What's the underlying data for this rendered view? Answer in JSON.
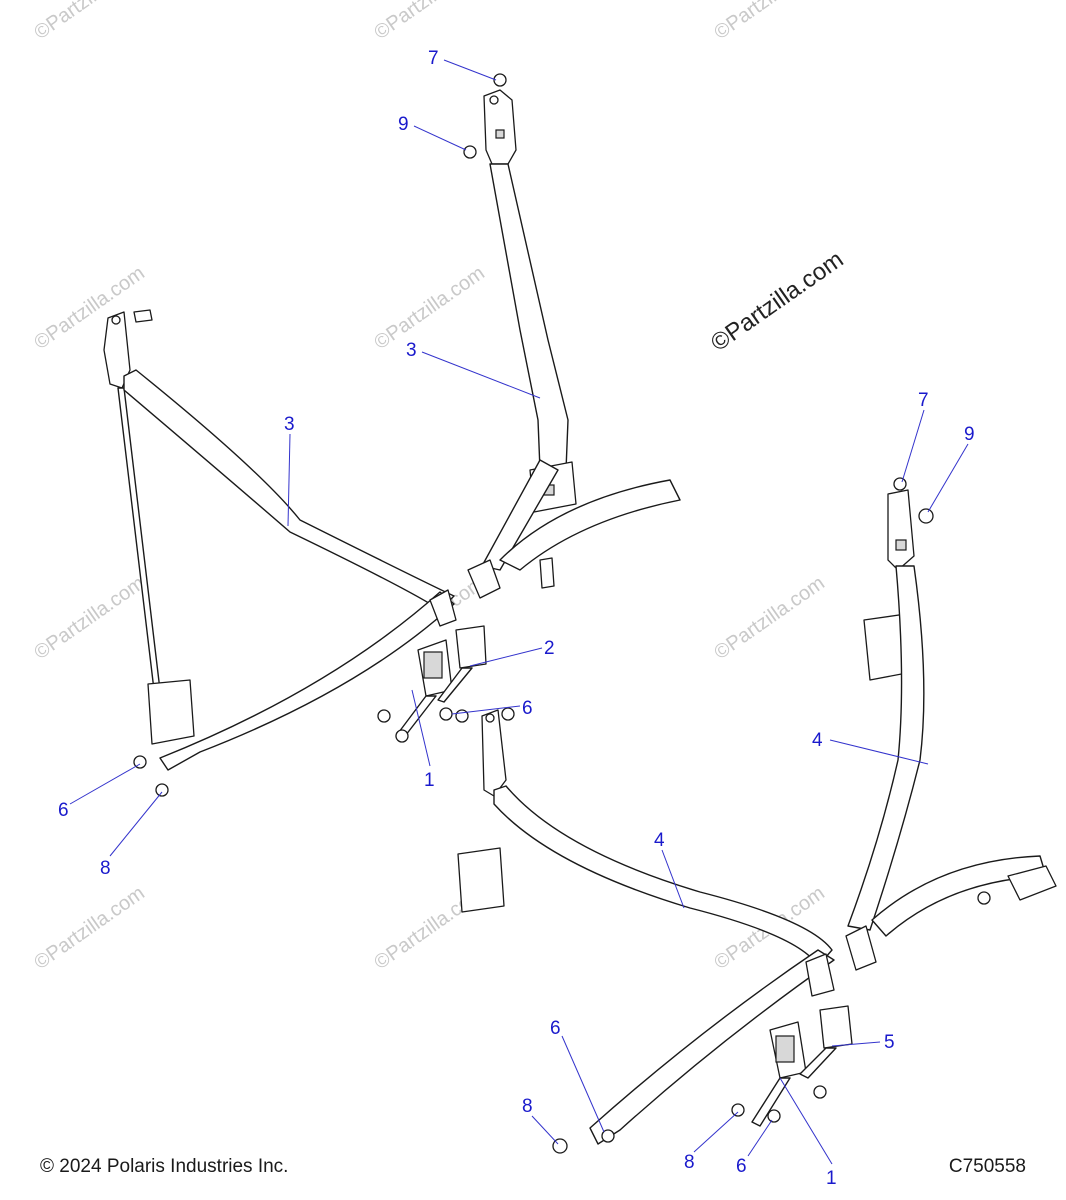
{
  "watermark": {
    "main_text": "©Partzilla.com",
    "tile_text": "©Partzilla.com"
  },
  "callouts": [
    {
      "id": "c-7a",
      "label": "7"
    },
    {
      "id": "c-9a",
      "label": "9"
    },
    {
      "id": "c-3a",
      "label": "3"
    },
    {
      "id": "c-3b",
      "label": "3"
    },
    {
      "id": "c-2",
      "label": "2"
    },
    {
      "id": "c-6a",
      "label": "6"
    },
    {
      "id": "c-1a",
      "label": "1"
    },
    {
      "id": "c-6b",
      "label": "6"
    },
    {
      "id": "c-8a",
      "label": "8"
    },
    {
      "id": "c-7b",
      "label": "7"
    },
    {
      "id": "c-9b",
      "label": "9"
    },
    {
      "id": "c-4a",
      "label": "4"
    },
    {
      "id": "c-4b",
      "label": "4"
    },
    {
      "id": "c-5",
      "label": "5"
    },
    {
      "id": "c-6c",
      "label": "6"
    },
    {
      "id": "c-8b",
      "label": "8"
    },
    {
      "id": "c-8c",
      "label": "8"
    },
    {
      "id": "c-6d",
      "label": "6"
    },
    {
      "id": "c-1b",
      "label": "1"
    }
  ],
  "footer": {
    "copyright": "© 2024 Polaris Industries Inc.",
    "drawing_id": "C750558"
  },
  "colors": {
    "callout": "#1a1acc",
    "leader": "#3333cc",
    "line_art": "#1a1a1a",
    "watermark": "#c9c9c9"
  }
}
